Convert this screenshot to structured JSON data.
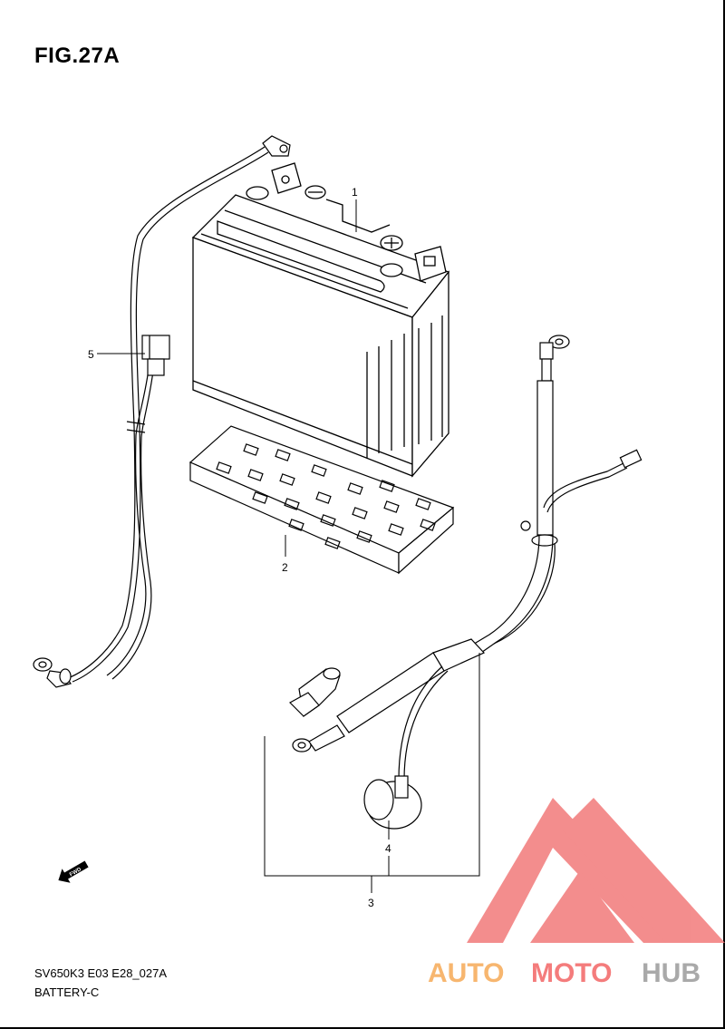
{
  "figure": {
    "title": "FIG.27A",
    "model_code": "SV650K3 E03 E28_027A",
    "section_name": "BATTERY-C",
    "fwd_label": "FWD"
  },
  "callouts": [
    "1",
    "2",
    "3",
    "4",
    "5"
  ],
  "watermark": {
    "part1": "AUTO",
    "part2": "MOTO",
    "part3": "HUB",
    "color_orange": "#f7b66f",
    "color_red": "#f47c7c",
    "color_gray": "#a9a9a9",
    "logo_color": "#f27a7a"
  }
}
